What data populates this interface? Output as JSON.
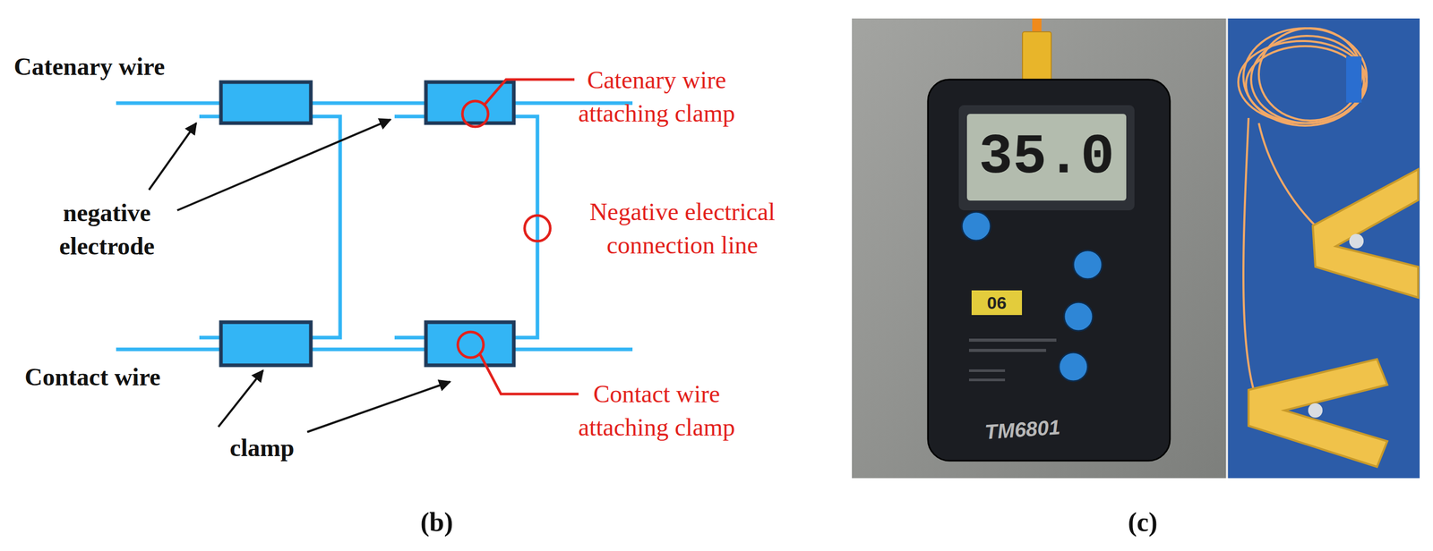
{
  "diagram": {
    "labels": [
      "Catenary wire",
      "Catenary wire attaching clamp",
      "negative electrode",
      "Negative electrical connection line",
      "Contact wire",
      "Contact wire attaching clamp",
      "clamp",
      "(b)",
      "35.0",
      "06",
      "TM6801",
      "(c)"
    ]
  }
}
